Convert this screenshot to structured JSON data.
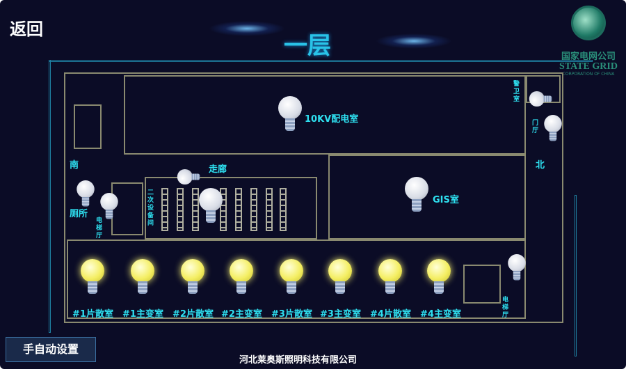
{
  "header": {
    "back_label": "返回",
    "title": "一层"
  },
  "logo": {
    "cn": "国家电网公司",
    "en": "STATE GRID",
    "sub": "CORPORATION OF CHINA"
  },
  "rooms": [
    {
      "label": "10KV配电室",
      "bulb": "off"
    },
    {
      "label": "走廊",
      "bulb": "off"
    },
    {
      "label": "GIS室",
      "bulb": "off"
    },
    {
      "label": "二次设备间",
      "bulb": "off"
    },
    {
      "label": "警卫室",
      "bulb": "off"
    },
    {
      "label": "门厅",
      "bulb": "off"
    },
    {
      "label": "厕所",
      "bulb": "off"
    },
    {
      "label": "电梯厅",
      "bulb": "off"
    },
    {
      "label": "电梯厅",
      "bulb": "off"
    },
    {
      "label": "#1片散室",
      "bulb": "on"
    },
    {
      "label": "#1主变室",
      "bulb": "on"
    },
    {
      "label": "#2片散室",
      "bulb": "on"
    },
    {
      "label": "#2主变室",
      "bulb": "on"
    },
    {
      "label": "#3片散室",
      "bulb": "on"
    },
    {
      "label": "#3主变室",
      "bulb": "on"
    },
    {
      "label": "#4片散室",
      "bulb": "on"
    },
    {
      "label": "#4主变室",
      "bulb": "on"
    }
  ],
  "directions": {
    "south": "南",
    "north": "北"
  },
  "footer": {
    "manual_button": "手自动设置",
    "company": "河北莱奥斯照明科技有限公司"
  }
}
